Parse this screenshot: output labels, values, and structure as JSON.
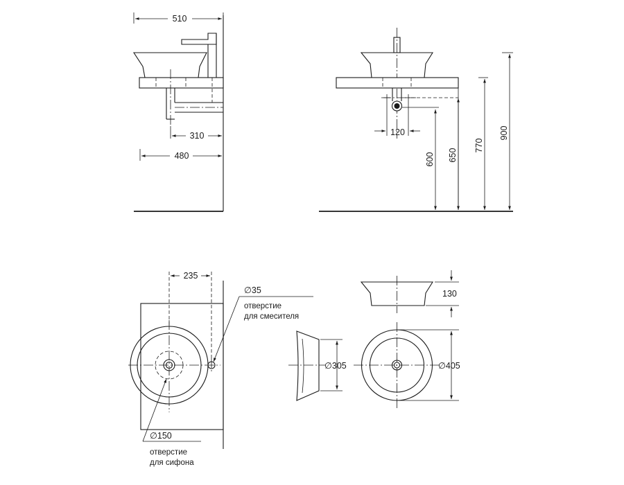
{
  "drawing": {
    "side_view": {
      "dim_width": "510",
      "dim_drain_offset": "310",
      "dim_depth": "480"
    },
    "front_view": {
      "dim_drain_spacing": "120",
      "dim_drain_height": "600",
      "dim_shelf_height": "650",
      "dim_rim_height": "770",
      "dim_tap_height": "900"
    },
    "top_view": {
      "dim_center_offset": "235",
      "mixer_hole_diameter": "∅35",
      "mixer_hole_label_line1": "отверстие",
      "mixer_hole_label_line2": "для смесителя",
      "drain_diameter": "∅150",
      "drain_label_line1": "отверстие",
      "drain_label_line2": "для сифона"
    },
    "basin_views": {
      "dim_bowl_height": "130",
      "dim_inner_diameter": "∅305",
      "dim_outer_diameter": "∅405"
    },
    "colors": {
      "line": "#1a1a1a",
      "background": "#ffffff"
    }
  }
}
